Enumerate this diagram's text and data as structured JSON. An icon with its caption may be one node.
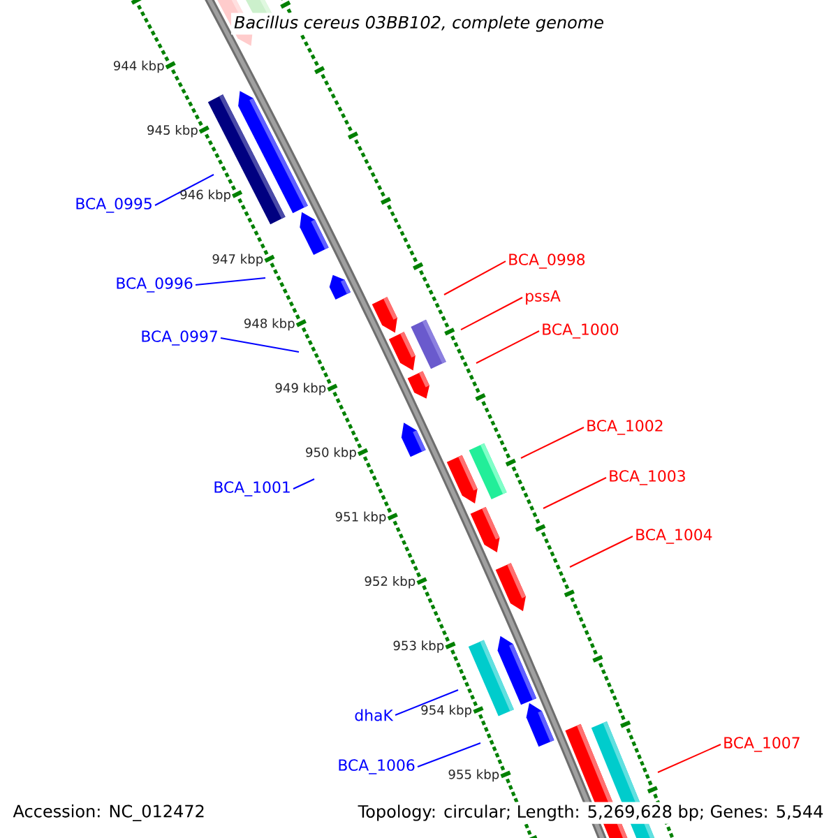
{
  "diagram": {
    "title": "Bacillus cereus 03BB102, complete genome",
    "nodes": [
      {
        "text": [
          "BCA_0995"
        ]
      },
      {
        "text": [
          "BCA_0998"
        ]
      },
      {
        "text": [
          "BCA_0996"
        ]
      },
      {
        "text": [
          "pssA"
        ]
      },
      {
        "text": [
          "BCA_1000"
        ]
      },
      {
        "text": [
          "BCA_0997"
        ]
      },
      {
        "text": [
          "BCA_1002"
        ]
      },
      {
        "text": [
          "BCA_1003"
        ]
      },
      {
        "text": [
          "BCA_1001"
        ]
      },
      {
        "text": [
          "BCA_1004"
        ]
      },
      {
        "text": [
          "dhaK"
        ]
      },
      {
        "text": [
          "BCA_1007"
        ]
      },
      {
        "text": [
          "BCA_1006"
        ]
      }
    ],
    "edges": [
      {
        "from": 0,
        "to": null,
        "arrow": "none",
        "color": "#0000ff"
      },
      {
        "from": 1,
        "to": null,
        "arrow": "none"
      },
      {
        "from": 2,
        "to": null,
        "arrow": "none",
        "color": "#0000ff"
      },
      {
        "from": 3,
        "to": null,
        "arrow": "none"
      },
      {
        "from": 4,
        "to": null,
        "arrow": "none"
      },
      {
        "from": 5,
        "to": null,
        "arrow": "none",
        "color": "#0000ff"
      },
      {
        "from": 6,
        "to": null,
        "arrow": "none"
      },
      {
        "from": 7,
        "to": null,
        "arrow": "none"
      },
      {
        "from": 8,
        "to": null,
        "arrow": "none",
        "color": "#0000ff"
      },
      {
        "from": 9,
        "to": null,
        "arrow": "none"
      },
      {
        "from": 10,
        "to": null,
        "arrow": "none",
        "color": "#0000ff"
      },
      {
        "from": 11,
        "to": null,
        "arrow": "none"
      },
      {
        "from": 12,
        "to": null,
        "arrow": "none",
        "color": "#0000ff"
      }
    ],
    "labels": [
      "944 kbp",
      "945 kbp",
      "946 kbp",
      "947 kbp",
      "948 kbp",
      "949 kbp",
      "950 kbp",
      "951 kbp",
      "952 kbp",
      "953 kbp",
      "954 kbp",
      "955 kbp",
      "Accession: NC_012472",
      "Topology: circular; Length: 5,269,628 bp; Genes: 5,544"
    ]
  }
}
